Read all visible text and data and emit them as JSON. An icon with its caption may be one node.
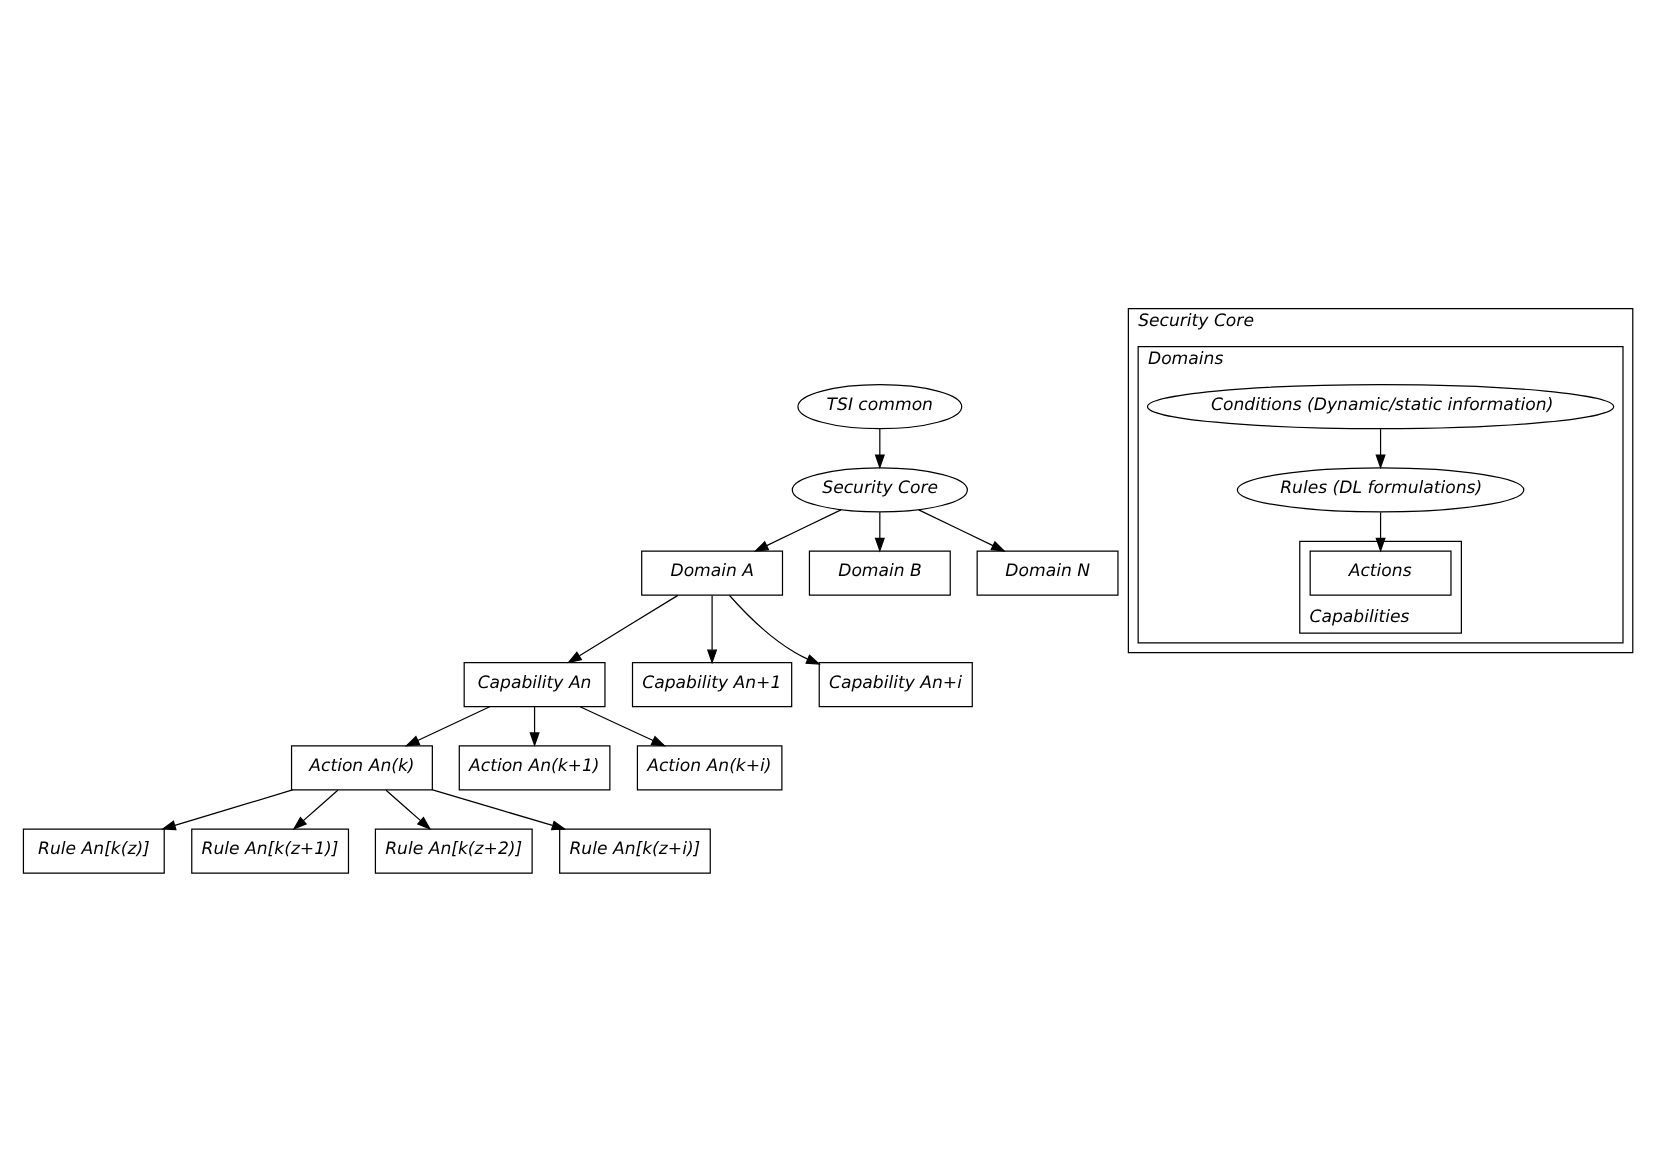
{
  "diagram": {
    "nodes": [
      {
        "text": [
          "TSI common"
        ]
      },
      {
        "text": [
          "Security Core"
        ]
      },
      {
        "text": [
          "Domain A"
        ]
      },
      {
        "text": [
          "Domain B"
        ]
      },
      {
        "text": [
          "Domain N"
        ]
      },
      {
        "text": [
          "Capability An"
        ]
      },
      {
        "text": [
          "Capability An+1"
        ]
      },
      {
        "text": [
          "Capability An+i"
        ]
      },
      {
        "text": [
          "Action An(k)"
        ]
      },
      {
        "text": [
          "Action An(k+1)"
        ]
      },
      {
        "text": [
          "Action An(k+i)"
        ]
      },
      {
        "text": [
          "Rule An[k(z)]"
        ]
      },
      {
        "text": [
          "Rule An[k(z+1)]"
        ]
      },
      {
        "text": [
          "Rule An[k(z+2)]"
        ]
      },
      {
        "text": [
          "Rule An[k(z+i)]"
        ]
      },
      {
        "text": [
          "Security Core"
        ]
      },
      {
        "text": [
          "Domains"
        ],
        "in": 15
      },
      {
        "text": [
          "Conditions (Dynamic/static information)"
        ],
        "in": 16
      },
      {
        "text": [
          "Rules (DL formulations)"
        ],
        "in": 16
      },
      {
        "text": [
          "Capabilities"
        ],
        "in": 16
      },
      {
        "text": [
          "Actions"
        ],
        "in": 19
      }
    ],
    "edges": [
      {
        "from": 0,
        "to": 1,
        "arrow": "to"
      },
      {
        "from": 1,
        "to": 2,
        "arrow": "to"
      },
      {
        "from": 1,
        "to": 3,
        "arrow": "to"
      },
      {
        "from": 1,
        "to": 4,
        "arrow": "to"
      },
      {
        "from": 2,
        "to": 5,
        "arrow": "to"
      },
      {
        "from": 2,
        "to": 6,
        "arrow": "to"
      },
      {
        "from": 2,
        "to": 7,
        "arrow": "to"
      },
      {
        "from": 5,
        "to": 8,
        "arrow": "to"
      },
      {
        "from": 5,
        "to": 9,
        "arrow": "to"
      },
      {
        "from": 5,
        "to": 10,
        "arrow": "to"
      },
      {
        "from": 8,
        "to": 11,
        "arrow": "to"
      },
      {
        "from": 8,
        "to": 12,
        "arrow": "to"
      },
      {
        "from": 8,
        "to": 13,
        "arrow": "to"
      },
      {
        "from": 8,
        "to": 14,
        "arrow": "to"
      },
      {
        "from": 17,
        "to": 18,
        "arrow": "to"
      },
      {
        "from": 18,
        "to": 20,
        "arrow": "to"
      }
    ]
  }
}
